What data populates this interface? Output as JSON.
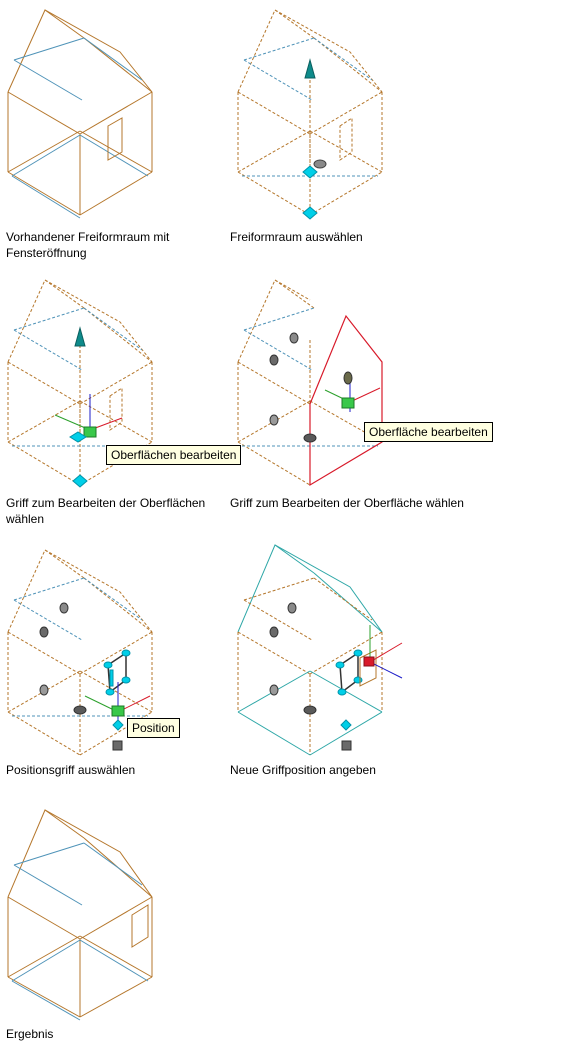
{
  "steps": [
    {
      "caption": "Vorhandener Freiformraum mit Fensteröffnung"
    },
    {
      "caption": "Freiformraum auswählen"
    },
    {
      "caption": "Griff zum Bearbeiten der Oberflächen wählen",
      "tooltip": "Oberflächen bearbeiten"
    },
    {
      "caption": "Griff zum Bearbeiten der Oberfläche wählen",
      "tooltip": "Oberfläche bearbeiten"
    },
    {
      "caption": "Positionsgriff auswählen",
      "tooltip": "Position"
    },
    {
      "caption": "Neue Griffposition angeben"
    },
    {
      "caption": "Ergebnis"
    }
  ],
  "colors": {
    "edge": "#b5772c",
    "hidden_edge": "#4f93b8",
    "grip": "#00cfe8",
    "active_grip": "#39c84a",
    "selected_face": "#d81a2a",
    "tooltip_bg": "#ffffe1"
  }
}
